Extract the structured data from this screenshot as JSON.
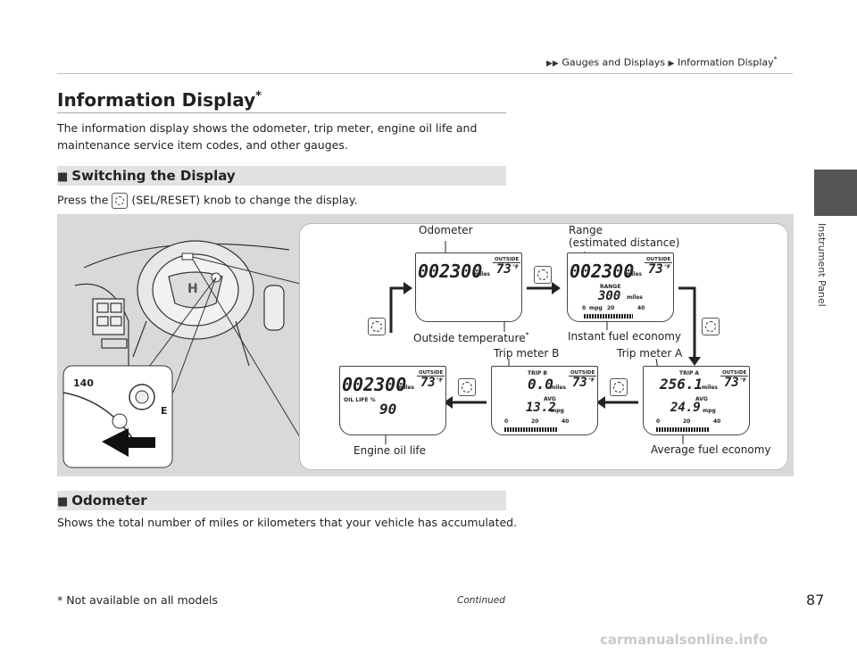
{
  "breadcrumb": [
    "Gauges and Displays",
    "Information Display"
  ],
  "breadcrumb_star": "*",
  "side_tab": "Instrument Panel",
  "title": "Information Display",
  "title_star": "*",
  "intro": "The information display shows the odometer, trip meter, engine oil life and maintenance service item codes, and other gauges.",
  "section1": "Switching the Display",
  "press_prefix": "Press the",
  "press_suffix": "(SEL/RESET) knob to change the display.",
  "section2": "Odometer",
  "odometer_text": "Shows the total number of miles or kilometers that your vehicle has accumulated.",
  "footnote": "* Not available on all models",
  "continued": "Continued",
  "page_number": "87",
  "watermark": "carmanualsonline.info",
  "labels": {
    "odometer": "Odometer",
    "range": "Range",
    "range_sub": "(estimated distance)",
    "outside_temp": "Outside temperature",
    "outside_temp_star": "*",
    "instant_fuel": "Instant fuel economy",
    "trip_b": "Trip meter B",
    "trip_a": "Trip meter A",
    "oil_life": "Engine oil life",
    "avg_fuel": "Average fuel economy"
  },
  "gauge": {
    "speed_mark": "140",
    "fuel_letter": "E"
  },
  "screens": {
    "odo": "002300",
    "miles": "miles",
    "outside": "OUTSIDE",
    "temp": "73",
    "deg": "°F",
    "range_label": "RANGE",
    "range_val": "300",
    "mpg": "mpg",
    "scale": [
      "0",
      "20",
      "40"
    ],
    "trip_b_label": "TRIP  B",
    "trip_b_val": "0.0",
    "trip_b_avg": "13.2",
    "trip_a_label": "TRIP A",
    "trip_a_val": "256.1",
    "trip_a_avg": "24.9",
    "avg": "AVG",
    "oil_label": "OIL LIFE %",
    "oil_val": "90"
  }
}
